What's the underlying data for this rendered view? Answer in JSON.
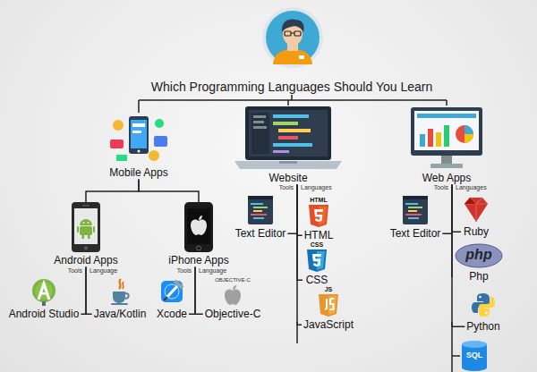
{
  "diagram": {
    "title": "Which Programming Languages Should You Learn",
    "nodes": [
      {
        "text": [
          "Mobile Apps"
        ]
      },
      {
        "text": [
          "Website"
        ]
      },
      {
        "text": [
          "Web Apps"
        ]
      },
      {
        "text": [
          "Android Apps"
        ]
      },
      {
        "text": [
          "iPhone Apps"
        ]
      },
      {
        "text": [
          "Android Studio"
        ]
      },
      {
        "text": [
          "Java/Kotlin"
        ]
      },
      {
        "text": [
          "Xcode"
        ]
      },
      {
        "text": [
          "Objective-C"
        ]
      },
      {
        "text": [
          "Text Editor"
        ]
      },
      {
        "text": [
          "HTML"
        ]
      },
      {
        "text": [
          "CSS"
        ]
      },
      {
        "text": [
          "JavaScript"
        ]
      },
      {
        "text": [
          "Text Editor"
        ]
      },
      {
        "text": [
          "Ruby"
        ]
      },
      {
        "text": [
          "Php"
        ]
      },
      {
        "text": [
          "Python"
        ]
      }
    ],
    "edges": [
      {
        "from": 0,
        "to": 3,
        "arrow": "none"
      },
      {
        "from": 0,
        "to": 4,
        "arrow": "none"
      },
      {
        "from": 3,
        "to": 5,
        "arrow": "none"
      },
      {
        "from": 3,
        "to": 6,
        "arrow": "none"
      },
      {
        "from": 4,
        "to": 7,
        "arrow": "none"
      },
      {
        "from": 4,
        "to": 8,
        "arrow": "none"
      },
      {
        "from": 1,
        "to": 9,
        "arrow": "none"
      },
      {
        "from": 1,
        "to": 10,
        "arrow": "none"
      },
      {
        "from": 1,
        "to": 11,
        "arrow": "none"
      },
      {
        "from": 1,
        "to": 12,
        "arrow": "none"
      },
      {
        "from": 2,
        "to": 13,
        "arrow": "none"
      },
      {
        "from": 2,
        "to": 14,
        "arrow": "none"
      },
      {
        "from": 2,
        "to": 15,
        "arrow": "none"
      },
      {
        "from": 2,
        "to": 16,
        "arrow": "none"
      }
    ],
    "labels": [
      "Tools",
      "Language",
      "Tools",
      "Language",
      "Tools",
      "Languages",
      "Tools",
      "Languages",
      "HTML",
      "CSS",
      "JS",
      "OBJECTIVE-C",
      "php",
      "SQL"
    ]
  }
}
